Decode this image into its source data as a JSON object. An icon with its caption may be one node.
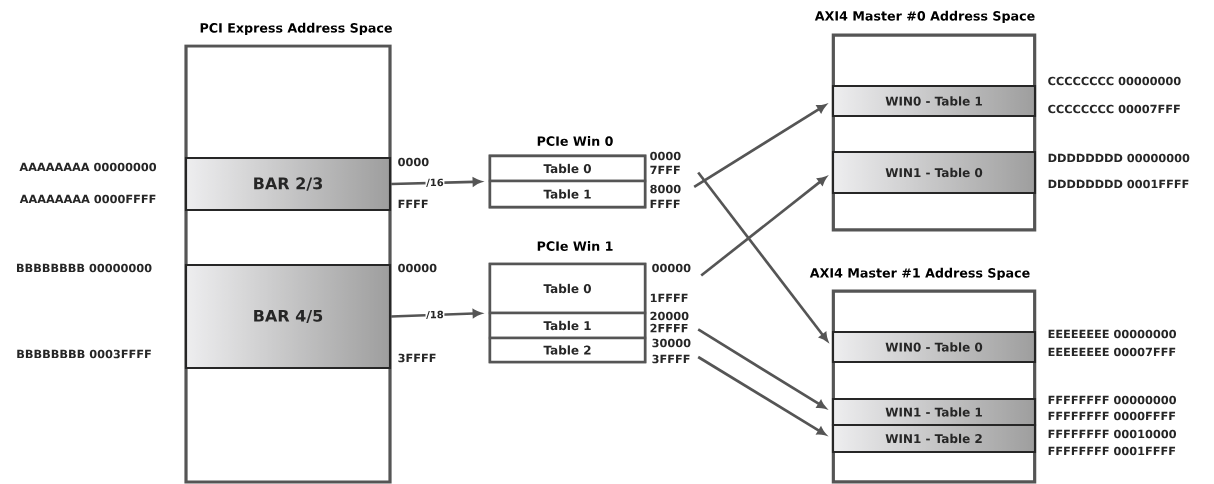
{
  "diagram": {
    "nodes": [
      {
        "text": [
          "PCI Express Address Space"
        ]
      },
      {
        "text": [
          "BAR 2/3"
        ],
        "in": 0,
        "beside": [
          "AAAAAAAA 00000000",
          "AAAAAAAA 0000FFFF",
          "0000",
          "FFFF"
        ]
      },
      {
        "text": [
          "BAR 4/5"
        ],
        "in": 0,
        "beside": [
          "BBBBBBBB 00000000",
          "BBBBBBBB 0003FFFF",
          "00000",
          "3FFFF"
        ]
      },
      {
        "text": [
          "PCIe Win 0"
        ]
      },
      {
        "text": [
          "Table 0"
        ],
        "in": 3,
        "beside": [
          "0000",
          "7FFF"
        ]
      },
      {
        "text": [
          "Table 1"
        ],
        "in": 3,
        "beside": [
          "8000",
          "FFFF"
        ]
      },
      {
        "text": [
          "PCIe Win 1"
        ]
      },
      {
        "text": [
          "Table 0"
        ],
        "in": 6,
        "beside": [
          "00000",
          "1FFFF"
        ]
      },
      {
        "text": [
          "Table 1"
        ],
        "in": 6,
        "beside": [
          "20000",
          "2FFFF"
        ]
      },
      {
        "text": [
          "Table 2"
        ],
        "in": 6,
        "beside": [
          "30000",
          "3FFFF"
        ]
      },
      {
        "text": [
          "AXI4 Master #0 Address Space"
        ]
      },
      {
        "text": [
          "WIN0 - Table 1"
        ],
        "in": 10,
        "beside": [
          "CCCCCCCC 00000000",
          "CCCCCCCC 00007FFF"
        ]
      },
      {
        "text": [
          "WIN1 - Table 0"
        ],
        "in": 10,
        "beside": [
          "DDDDDDDD 00000000",
          "DDDDDDDD 0001FFFF"
        ]
      },
      {
        "text": [
          "AXI4 Master #1 Address Space"
        ]
      },
      {
        "text": [
          "WIN0 - Table 0"
        ],
        "in": 13,
        "beside": [
          "EEEEEEEE 00000000",
          "EEEEEEEE 00007FFF"
        ]
      },
      {
        "text": [
          "WIN1 - Table 1"
        ],
        "in": 13,
        "beside": [
          "FFFFFFFF 00000000",
          "FFFFFFFF 0000FFFF"
        ]
      },
      {
        "text": [
          "WIN1 - Table 2"
        ],
        "in": 13,
        "beside": [
          "FFFFFFFF 00010000",
          "FFFFFFFF 0001FFFF"
        ]
      }
    ],
    "edges": [
      {
        "from": 1,
        "to": 3,
        "arrow": "to",
        "label": "/16"
      },
      {
        "from": 2,
        "to": 6,
        "arrow": "to",
        "label": "/18"
      },
      {
        "from": 4,
        "to": 14,
        "arrow": "to"
      },
      {
        "from": 5,
        "to": 11,
        "arrow": "to"
      },
      {
        "from": 7,
        "to": 12,
        "arrow": "to"
      },
      {
        "from": 8,
        "to": 15,
        "arrow": "to"
      },
      {
        "from": 9,
        "to": 16,
        "arrow": "to"
      }
    ]
  }
}
